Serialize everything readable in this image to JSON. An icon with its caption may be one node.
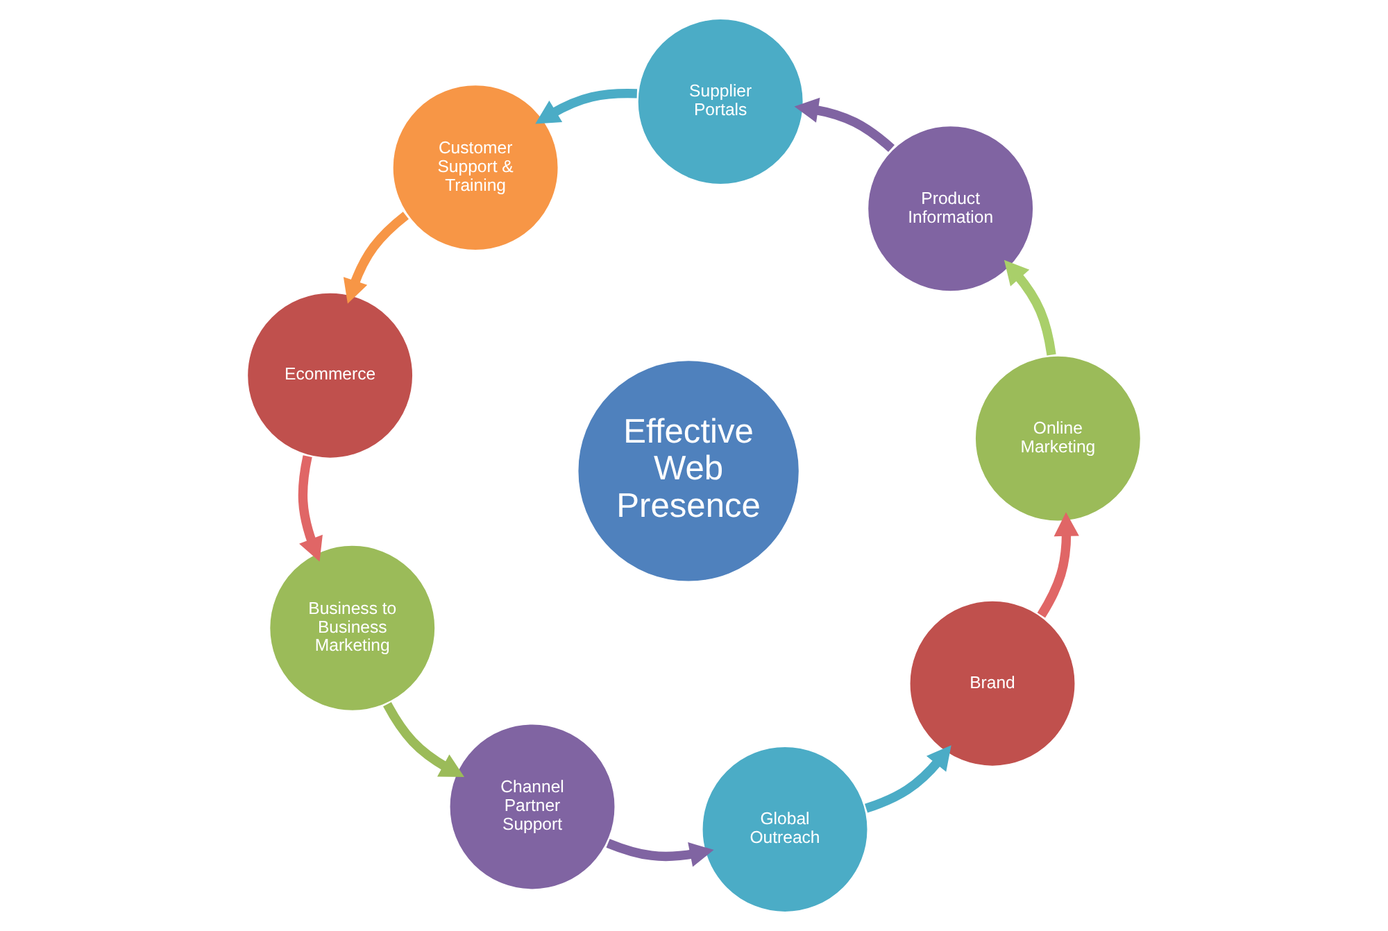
{
  "diagram": {
    "nodes": [
      {
        "text": [
          "Brand"
        ]
      },
      {
        "text": [
          "Online Marketing"
        ]
      },
      {
        "text": [
          "Product Information"
        ]
      },
      {
        "text": [
          "Supplier Portals"
        ]
      },
      {
        "text": [
          "Customer Support & Training"
        ]
      },
      {
        "text": [
          "Ecommerce"
        ]
      },
      {
        "text": [
          "Business to Business Marketing"
        ]
      },
      {
        "text": [
          "Channel Partner Support"
        ]
      },
      {
        "text": [
          "Global Outreach"
        ]
      },
      {
        "text": [
          "Effective Web Presence"
        ]
      }
    ],
    "edges": [
      {
        "from": 0,
        "to": 1,
        "arrow": "to",
        "color": "#e06666"
      },
      {
        "from": 1,
        "to": 2,
        "arrow": "to",
        "color": "#a9cf6a"
      },
      {
        "from": 2,
        "to": 3,
        "arrow": "to",
        "color": "#8064a2"
      },
      {
        "from": 3,
        "to": 4,
        "arrow": "to",
        "color": "#4bacc6"
      },
      {
        "from": 4,
        "to": 5,
        "arrow": "to",
        "color": "#f79646"
      },
      {
        "from": 5,
        "to": 6,
        "arrow": "to",
        "color": "#e06666"
      },
      {
        "from": 6,
        "to": 7,
        "arrow": "to",
        "color": "#9bbb59"
      },
      {
        "from": 7,
        "to": 8,
        "arrow": "to",
        "color": "#8064a2"
      },
      {
        "from": 8,
        "to": 0,
        "arrow": "to",
        "color": "#4bacc6"
      }
    ]
  }
}
